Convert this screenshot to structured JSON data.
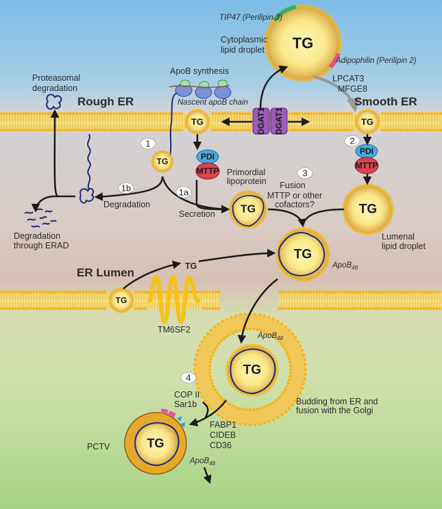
{
  "title": "Intestinal lipid droplet and chylomicron assembly in the ER",
  "colors": {
    "sky_top": "#7dbce6",
    "lumen": "#d6c0b6",
    "cytosol_bottom": "#a8d48a",
    "membrane": "#f1c43a",
    "head": "#f5b61c",
    "apob_chain": "#1e2a7a",
    "pdi": "#4aa8e0",
    "mttp": "#d8444e",
    "dgat": "#9c5cb8",
    "tip47": "#3fae5a",
    "adipophilin": "#e8507a"
  },
  "regions": {
    "rough_er": "Rough ER",
    "smooth_er": "Smooth ER",
    "er_lumen": "ER Lumen"
  },
  "labels": {
    "proteasomal": [
      "Proteasomal",
      "degradation"
    ],
    "apob_synthesis": "ApoB synthesis",
    "nascent_chain": "Nascent apoB chain",
    "tip47": "TIP47 (Perilipin 3)",
    "cytoplasmic_ld": [
      "Cytoplasmic",
      "lipid droplet"
    ],
    "adipophilin": "Adipophilin (Perilipin 2)",
    "lpcat3": "LPCAT3",
    "mfge8": "MFGE8",
    "dgat1": "DGAT1",
    "pdi": "PDI",
    "mttp": "MTTP",
    "tg": "TG",
    "degradation": "Degradation",
    "erad": [
      "Degradation",
      "through ERAD"
    ],
    "secretion": "Secretion",
    "primordial": [
      "Primordial",
      "lipoprotein"
    ],
    "fusion": "Fusion",
    "cofactors": [
      "MTTP or other",
      "cofactors?"
    ],
    "lumenal_ld": [
      "Lumenal",
      "lipid droplet"
    ],
    "apob48": "ApoB",
    "apob48_sub": "48",
    "tm6sf2": "TM6SF2",
    "copii": "COP II",
    "sar1b": "Sar1b",
    "budding": [
      "Budding from ER and",
      "fusion with the Golgi"
    ],
    "fabp1": "FABP1",
    "cideb": "CIDEB",
    "cd36": "CD36",
    "pctv": "PCTV"
  },
  "steps": {
    "s1": "1",
    "s1a": "1a",
    "s1b": "1b",
    "s2": "2",
    "s3": "3",
    "s4": "4"
  }
}
